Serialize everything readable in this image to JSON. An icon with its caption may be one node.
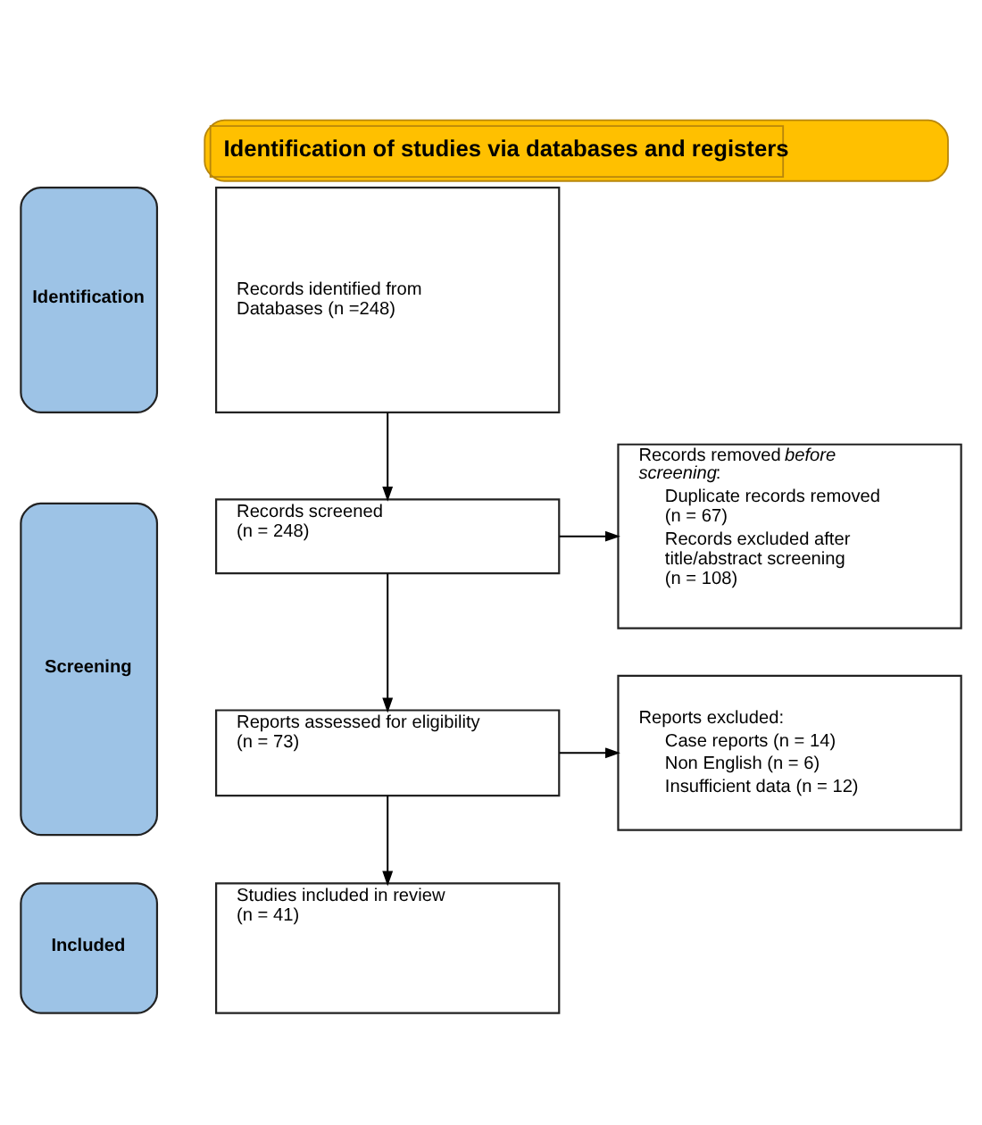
{
  "diagram": {
    "title": "Identification of studies via databases and registers",
    "nodes": [
      {
        "text": [
          "Identification"
        ]
      },
      {
        "text": [
          "Records identified from Databases (n =248)"
        ]
      },
      {
        "text": [
          "Screening"
        ]
      },
      {
        "text": [
          "Records screened (n = 248)"
        ]
      },
      {
        "text": [
          "Records removed *before screening*:",
          "Duplicate records removed (n = 67)",
          "Records excluded after title/abstract screening (n = 108)"
        ]
      },
      {
        "text": [
          "Reports assessed for eligibility (n = 73)"
        ]
      },
      {
        "text": [
          "Reports excluded:",
          "Case reports (n = 14)",
          "Non English (n = 6)",
          "Insufficient data (n = 12)"
        ]
      },
      {
        "text": [
          "Included"
        ]
      },
      {
        "text": [
          "Studies included in review (n = 41)"
        ]
      }
    ],
    "edges": [
      {
        "from": 1,
        "to": 3,
        "arrow": "to"
      },
      {
        "from": 3,
        "to": 4,
        "arrow": "to"
      },
      {
        "from": 3,
        "to": 5,
        "arrow": "to"
      },
      {
        "from": 5,
        "to": 6,
        "arrow": "to"
      },
      {
        "from": 5,
        "to": 8,
        "arrow": "to"
      }
    ]
  }
}
